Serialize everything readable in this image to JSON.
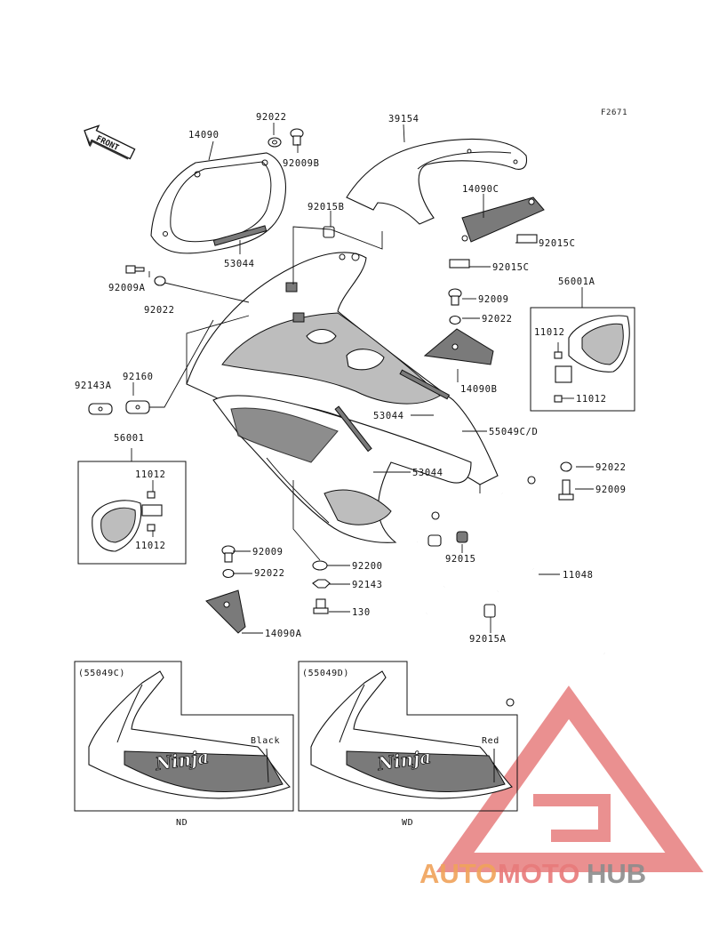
{
  "figure_code": "F2671",
  "front_label": "FRONT",
  "part_labels": {
    "meter_cover": "14090",
    "washer_top": "92022",
    "bolt_top": "92009B",
    "upper_cowl": "39154",
    "bracket_right": "14090C",
    "clip_b": "92015B",
    "clip_c1": "92015C",
    "clip_c2": "92015C",
    "strip_top": "53044",
    "bolt_a": "92009A",
    "washer_a": "92022",
    "bolt_right": "92009",
    "washer_right": "92022",
    "bracket_b": "14090B",
    "mirror_right": "56001A",
    "grommet_r1": "11012",
    "grommet_r2": "11012",
    "damper_a": "92143A",
    "damper_b": "92160",
    "strip_mid": "53044",
    "side_cowl": "55049C/D",
    "strip_low": "53044",
    "mirror_left": "56001",
    "grommet_l1": "11012",
    "grommet_l2": "11012",
    "washer_frame": "92022",
    "bolt_frame": "92009",
    "clip_frame": "92015",
    "stay": "11048",
    "bolt_low": "92009",
    "washer_low": "92022",
    "washer_center": "92200",
    "nut_center": "92143",
    "bolt_center": "130",
    "bracket_a": "14090A",
    "clip_a": "92015A"
  },
  "variants": [
    {
      "code": "(55049C)",
      "color": "Black",
      "caption": "ND"
    },
    {
      "code": "(55049D)",
      "color": "Red",
      "caption": "WD"
    }
  ],
  "watermark": {
    "part1": "AUTO",
    "part2": "MOTO",
    "part3": "HUB"
  }
}
